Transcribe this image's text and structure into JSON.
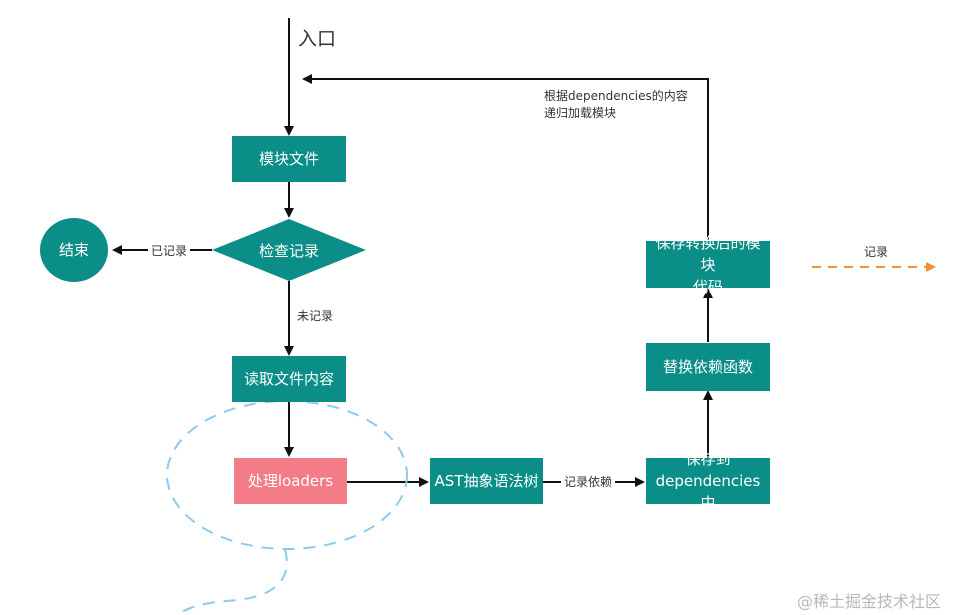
{
  "entry_label": "入口",
  "nodes": {
    "module_file": "模块文件",
    "check_record": "检查记录",
    "end": "结束",
    "read_file": "读取文件内容",
    "process_loaders": "处理loaders",
    "ast": "AST抽象语法树",
    "save_deps_line1": "保存到",
    "save_deps_line2": "dependencies中",
    "replace_fn": "替换依赖函数",
    "save_code_line1": "保存转换后的模块",
    "save_code_line2": "代码"
  },
  "edge_labels": {
    "recorded": "已记录",
    "not_recorded": "未记录",
    "record_deps": "记录依赖",
    "recursive_line1": "根据dependencies的内容",
    "recursive_line2": "递归加载模块"
  },
  "legend": {
    "record": "记录"
  },
  "watermark": "@稀土掘金技术社区",
  "colors": {
    "teal": "#0b8e87",
    "pink": "#f47c86",
    "orange_dashed": "#e8962e",
    "blue_dashed": "#8ec9ee"
  }
}
